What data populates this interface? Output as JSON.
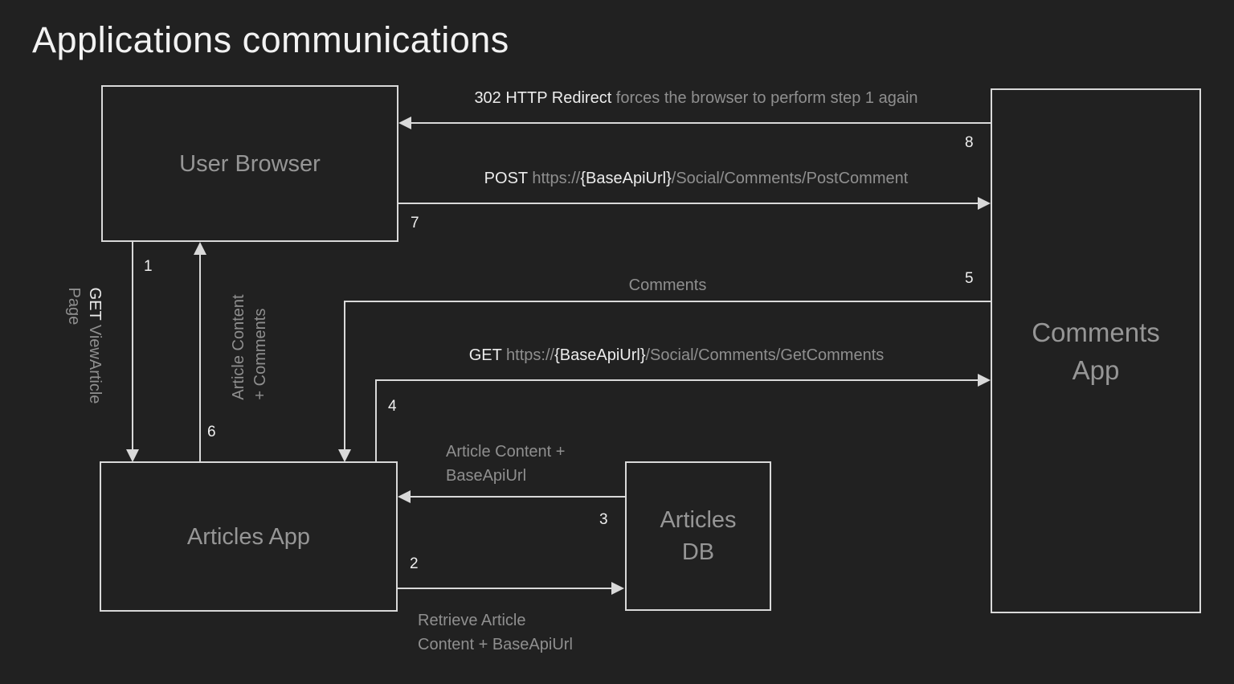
{
  "title": "Applications communications",
  "colors": {
    "background": "#212121",
    "line": "#d9d9d9",
    "node_label": "#969696",
    "label_gray": "#8f8f8f",
    "label_bright": "#ececec",
    "step": "#efefef",
    "title": "#f2f2f2"
  },
  "nodes": {
    "user_browser": {
      "label": "User Browser"
    },
    "articles_app": {
      "label": "Articles App"
    },
    "articles_db": {
      "line1": "Articles",
      "line2": "DB"
    },
    "comments_app": {
      "line1": "Comments",
      "line2": "App"
    }
  },
  "edges": {
    "redirect_302": {
      "step": "8",
      "highlight": "302 HTTP Redirect",
      "text": " forces the browser to perform step 1 again"
    },
    "post_comment": {
      "step": "7",
      "method": "POST",
      "url_pre": " https://",
      "url_param": "{BaseApiUrl}",
      "url_post": "/Social/Comments/PostComment"
    },
    "comments_response": {
      "step": "5",
      "label": "Comments"
    },
    "get_comments": {
      "step": "4",
      "method": "GET",
      "url_pre": " https://",
      "url_param": "{BaseApiUrl}",
      "url_post": "/Social/Comments/GetComments"
    },
    "get_view_article": {
      "step": "1",
      "method": "GET",
      "text": " ViewArticle",
      "line2": "Page"
    },
    "article_content_comments": {
      "step": "6",
      "line1": "Article Content",
      "line2": "+ Comments"
    },
    "db_article_content": {
      "step": "3",
      "line1": "Article Content +",
      "line2": "BaseApiUrl"
    },
    "db_retrieve": {
      "step": "2",
      "line1": "Retrieve Article",
      "line2": "Content + BaseApiUrl"
    }
  }
}
